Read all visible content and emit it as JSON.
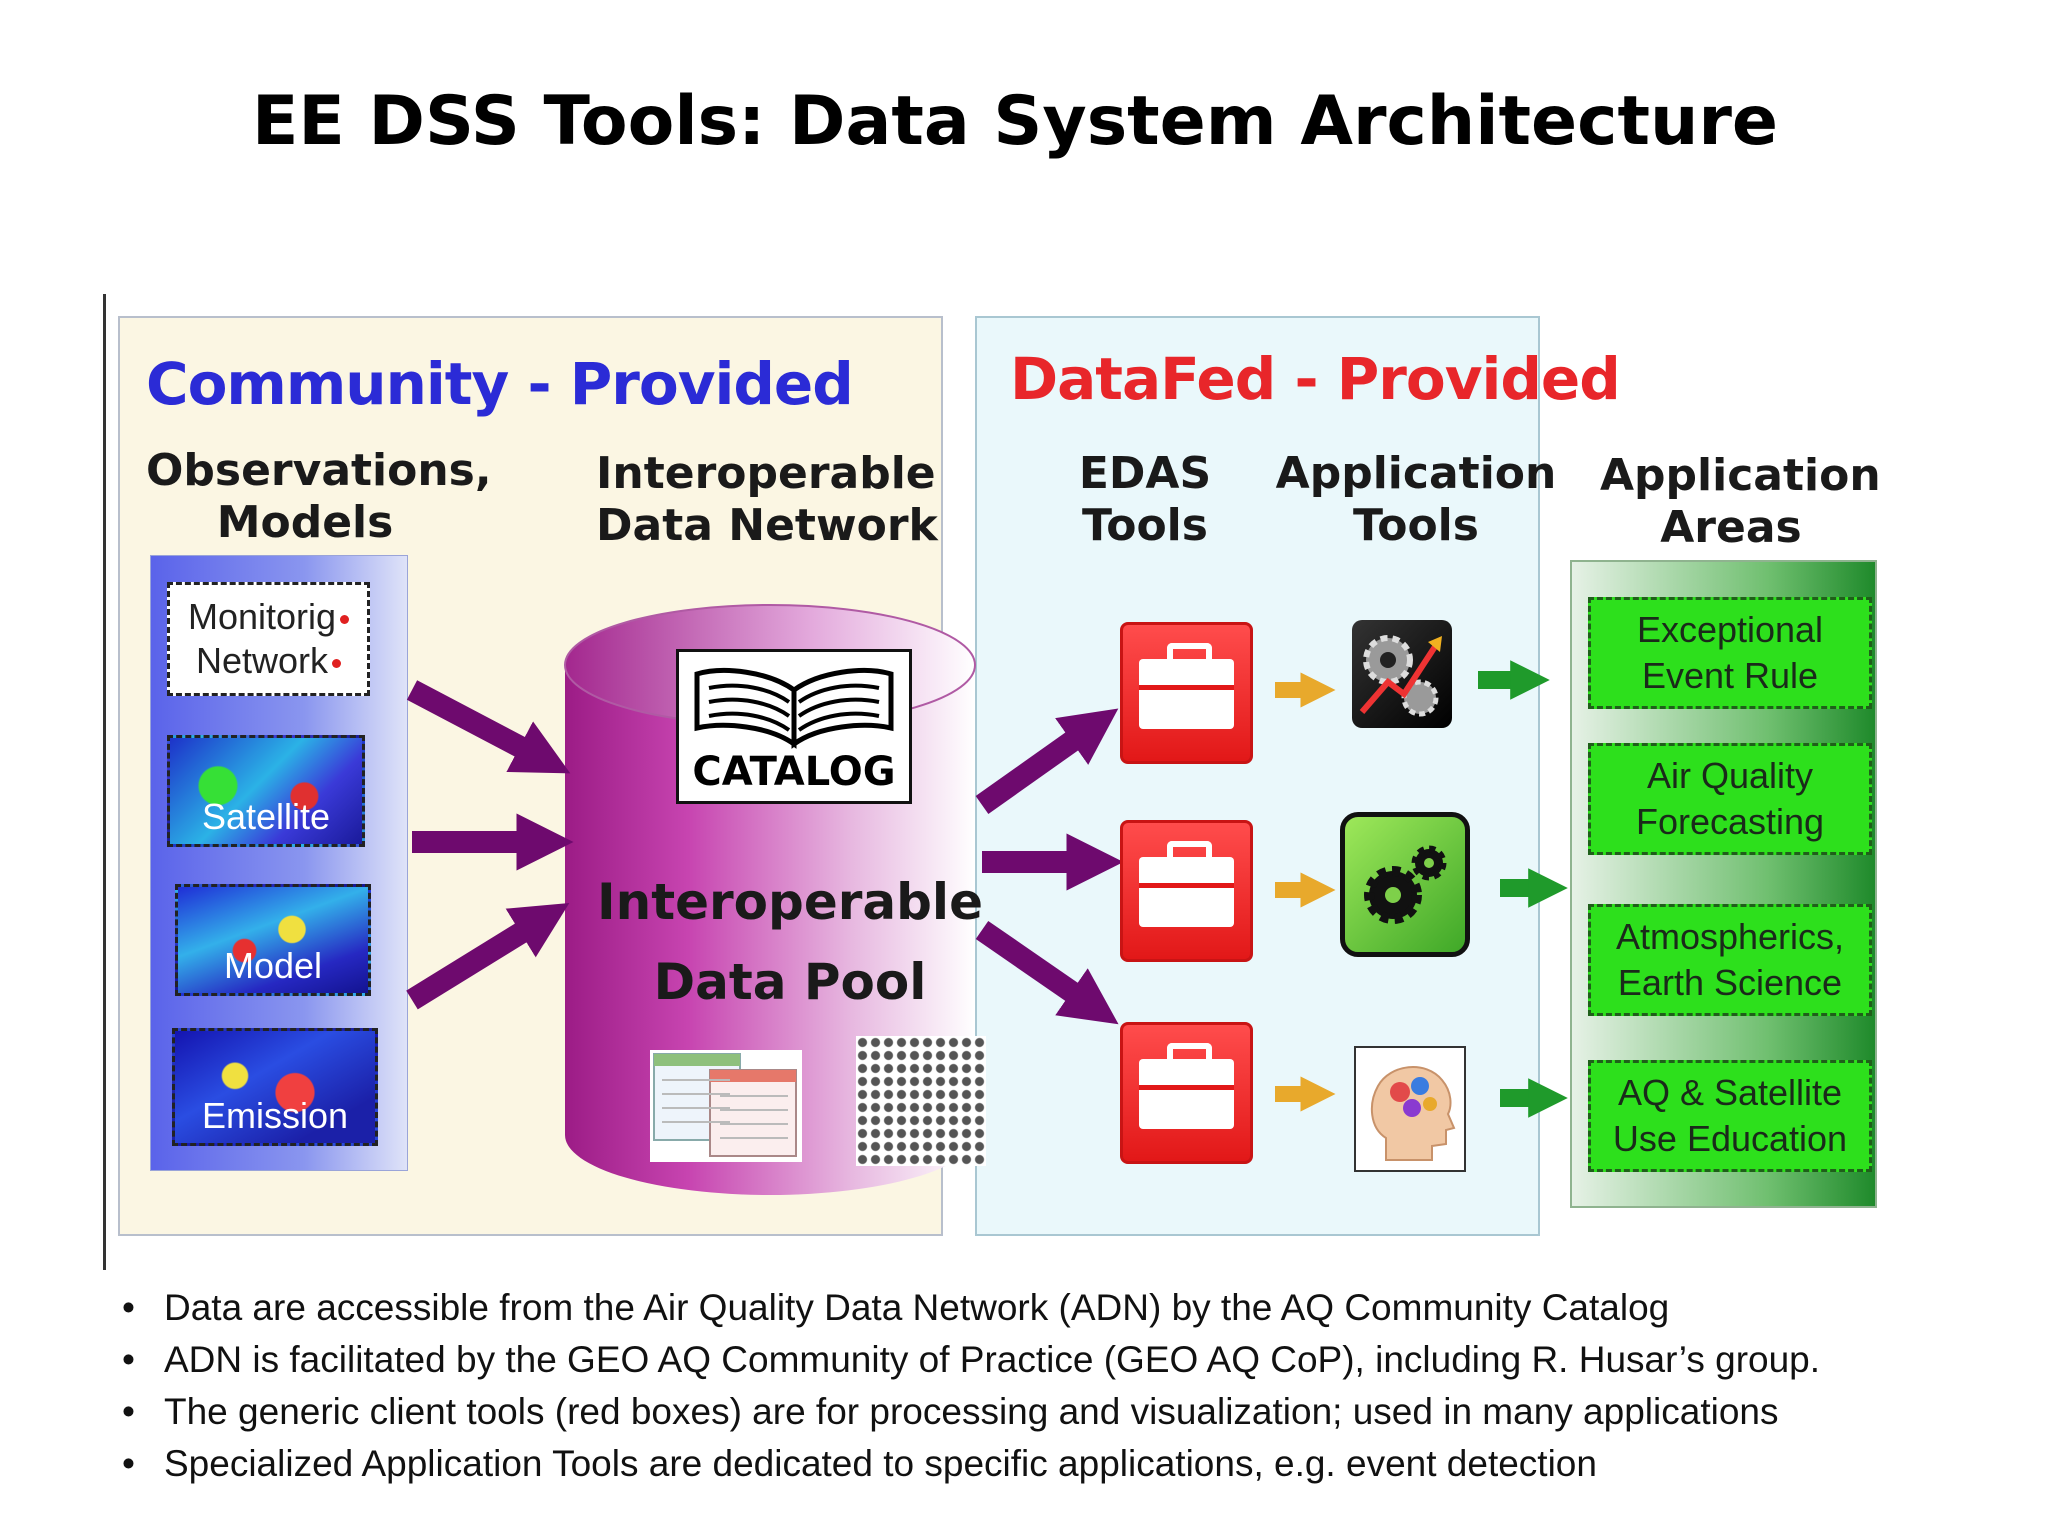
{
  "slide": {
    "title": "EE DSS Tools: Data System Architecture"
  },
  "community": {
    "heading": "Community - Provided",
    "observations_title": [
      "Observations,",
      "Models"
    ],
    "network_title": [
      "Interoperable",
      "Data Network"
    ],
    "sources": {
      "monitoring": [
        "Monitorig",
        "Network"
      ],
      "satellite": "Satellite",
      "model": "Model",
      "emission": "Emission"
    },
    "catalog_label": "CATALOG",
    "pool_label": [
      "Interoperable",
      "Data Pool"
    ]
  },
  "datafed": {
    "heading": "DataFed - Provided",
    "edas_title": [
      "EDAS",
      "Tools"
    ],
    "app_tools_title": [
      "Application",
      "Tools"
    ]
  },
  "areas": {
    "title": [
      "Application",
      "Areas"
    ],
    "items": [
      [
        "Exceptional",
        "Event Rule"
      ],
      [
        "Air Quality",
        "Forecasting"
      ],
      [
        "Atmospherics,",
        "Earth Science"
      ],
      [
        "AQ & Satellite",
        "Use Education"
      ]
    ]
  },
  "bullets": [
    "Data are accessible from the Air Quality Data Network (ADN) by the AQ Community Catalog",
    "ADN is facilitated by the GEO AQ Community of Practice (GEO AQ CoP), including R. Husar’s group.",
    "The generic client tools (red boxes) are for processing and visualization; used in many applications",
    "Specialized Application Tools  are dedicated to specific applications, e.g. event detection"
  ],
  "colors": {
    "community_heading": "#2b2bd6",
    "datafed_heading": "#e8262a",
    "flow_arrow": "#6e0a6e",
    "tool_arrow": "#e8a92c",
    "area_arrow": "#1f9a2b",
    "edas_tool": "#e21818",
    "area_box": "#2de01c"
  }
}
